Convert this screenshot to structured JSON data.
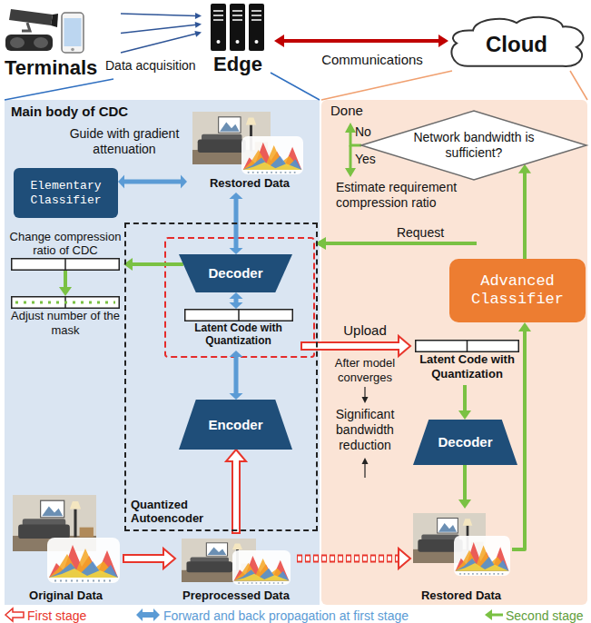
{
  "diagram": {
    "nodes": [
      {
        "text": [
          "Terminals"
        ]
      },
      {
        "text": [
          "Edge"
        ]
      },
      {
        "text": [
          "Cloud"
        ]
      },
      {
        "text": [
          "Main body of CDC"
        ]
      },
      {
        "text": [
          "Elementary Classifier"
        ],
        "in": 3
      },
      {
        "text": [
          "Restored Data"
        ],
        "in": 3
      },
      {
        "text": [
          "Change compression ratio of CDC"
        ],
        "in": 3
      },
      {
        "text": [
          "Quantized Autoencoder"
        ],
        "in": 3
      },
      {
        "text": [
          "Decoder"
        ],
        "in": 7
      },
      {
        "text": [
          "Latent Code with Quantization"
        ],
        "in": 7
      },
      {
        "text": [
          "Encoder"
        ],
        "in": 7
      },
      {
        "text": [
          "Adjust number of the mask"
        ],
        "in": 3
      },
      {
        "text": [
          "Original Data"
        ],
        "in": 3
      },
      {
        "text": [
          "Preprocessed Data"
        ],
        "in": 3
      },
      {
        "text": [
          "Network bandwidth is sufficient?"
        ]
      },
      {
        "text": [
          "Advanced Classifier"
        ]
      },
      {
        "text": [
          "Latent Code with Quantization"
        ]
      },
      {
        "text": [
          "Decoder"
        ]
      },
      {
        "text": [
          "Restored Data"
        ]
      }
    ],
    "edges": [
      {
        "from": 0,
        "to": 1,
        "arrow": "to"
      },
      {
        "from": 1,
        "to": 2,
        "arrow": "both"
      },
      {
        "from": 4,
        "to": 5,
        "arrow": "both"
      },
      {
        "from": 5,
        "to": 8,
        "arrow": "both"
      },
      {
        "from": 8,
        "to": 9,
        "arrow": "both"
      },
      {
        "from": 9,
        "to": 10,
        "arrow": "both"
      },
      {
        "from": 13,
        "to": 10,
        "arrow": "to"
      },
      {
        "from": 12,
        "to": 13,
        "arrow": "to"
      },
      {
        "from": 13,
        "to": 18,
        "arrow": "to"
      },
      {
        "from": 9,
        "to": 16,
        "arrow": "to"
      },
      {
        "from": 8,
        "to": 6,
        "arrow": "to"
      },
      {
        "from": 6,
        "to": 11,
        "arrow": "to"
      },
      {
        "from": 16,
        "to": 17,
        "arrow": "to"
      },
      {
        "from": 17,
        "to": 18,
        "arrow": "to"
      },
      {
        "from": 18,
        "to": 15,
        "arrow": "to"
      },
      {
        "from": 15,
        "to": 14,
        "arrow": "to"
      }
    ],
    "labels": [
      "Data acquisition",
      "Communications",
      "Guide with gradient attenuation",
      "Done",
      "No",
      "Yes",
      "Estimate requirement compression ratio",
      "Request",
      "Upload",
      "After model converges",
      "Significant bandwidth reduction"
    ],
    "legend": [
      {
        "text": "First stage"
      },
      {
        "text": "Forward and back propagation at first stage"
      },
      {
        "text": "Second stage"
      }
    ]
  }
}
